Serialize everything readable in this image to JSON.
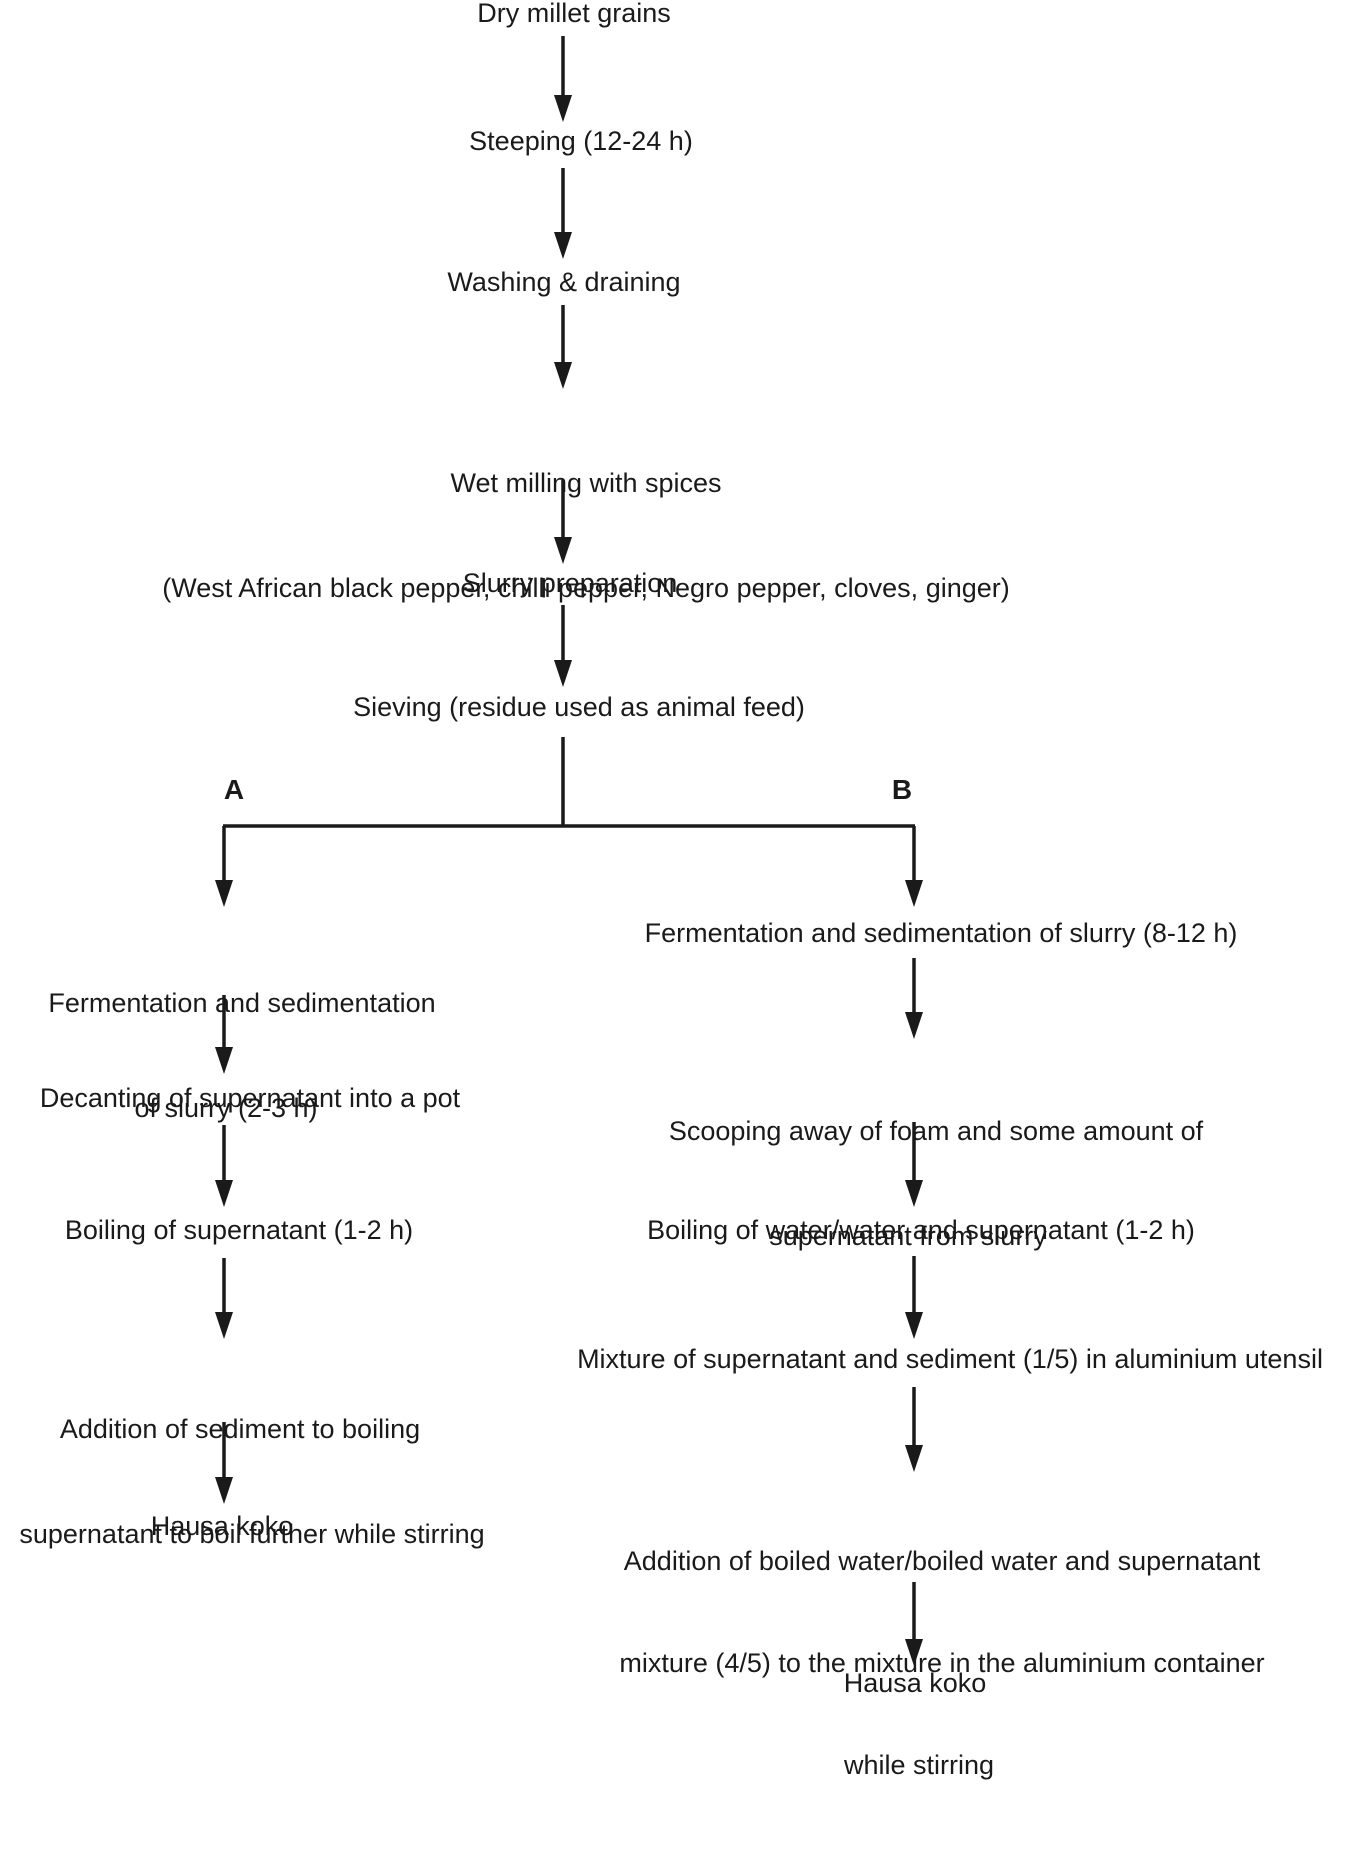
{
  "diagram": {
    "steps": {
      "dry_millet": "Dry millet grains",
      "steeping": "Steeping (12-24 h)",
      "washing": "Washing & draining",
      "wet_milling_1": "Wet milling with spices",
      "wet_milling_2": "(West African black pepper, chilli pepper, Negro pepper, cloves, ginger)",
      "slurry": "Slurry preparation",
      "sieving": "Sieving (residue used as animal feed)"
    },
    "branch_a": {
      "label": "A",
      "fermentation_1": "Fermentation and sedimentation",
      "fermentation_2": "of slurry (2-3 h)",
      "decanting": "Decanting of supernatant into a pot",
      "boiling": "Boiling of supernatant (1-2 h)",
      "addition_1": "Addition of sediment to boiling",
      "addition_2": "supernatant to boil further while stirring",
      "product": "Hausa koko"
    },
    "branch_b": {
      "label": "B",
      "fermentation": "Fermentation and sedimentation of slurry (8-12 h)",
      "scooping_1": "Scooping away of foam and some amount of",
      "scooping_2": "supernatant from slurry",
      "boiling": "Boiling of water/water and supernatant (1-2 h)",
      "mixture": "Mixture of supernatant and sediment (1/5) in aluminium utensil",
      "addition_1": "Addition of boiled water/boiled water and supernatant",
      "addition_2": "mixture (4/5) to the mixture in the aluminium container",
      "addition_3": "while stirring",
      "product": "Hausa koko"
    }
  }
}
